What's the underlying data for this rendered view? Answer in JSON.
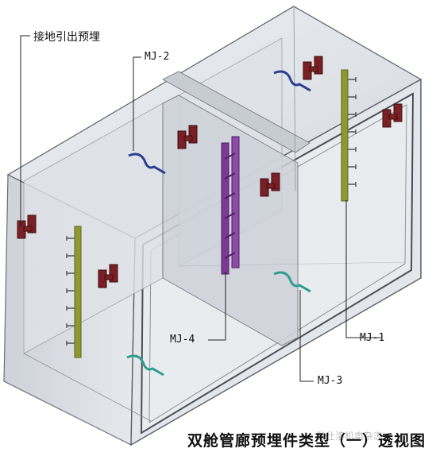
{
  "labels": {
    "grounding": "接地引出预埋",
    "mj1": "MJ-1",
    "mj2": "MJ-2",
    "mj3": "MJ-3",
    "mj4": "MJ-4"
  },
  "caption": "双舱管廊预埋件类型（一）透视图",
  "watermark": "雅仕洛机电杂志",
  "colors": {
    "concrete": "#d9dde2",
    "concrete_dark": "#b9bfc6",
    "edge": "#555b62",
    "plate": "#7a1f24",
    "rail_olive": "#8e9a30",
    "rail_purple": "#7c3a96",
    "wave_blue": "#2d3f8f",
    "wave_teal": "#2e9d8f"
  }
}
